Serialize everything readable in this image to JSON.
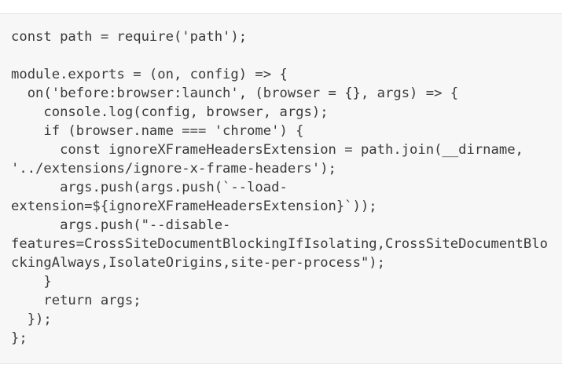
{
  "code_block": {
    "language": "javascript",
    "lines": [
      "const path = require('path');",
      "",
      "module.exports = (on, config) => {",
      "  on('before:browser:launch', (browser = {}, args) => {",
      "    console.log(config, browser, args);",
      "    if (browser.name === 'chrome') {",
      "      const ignoreXFrameHeadersExtension = path.join(__dirname,",
      "'../extensions/ignore-x-frame-headers');",
      "      args.push(args.push(`--load-",
      "extension=${ignoreXFrameHeadersExtension}`));",
      "      args.push(\"--disable-",
      "features=CrossSiteDocumentBlockingIfIsolating,CrossSiteDocumentBlo",
      "ckingAlways,IsolateOrigins,site-per-process\");",
      "    }",
      "    return args;",
      "  });",
      "};"
    ],
    "colors": {
      "page_background": "#ffffff",
      "block_background": "#f7f7f7",
      "border": "#e5e5e5",
      "text": "#3a3a3a"
    }
  }
}
